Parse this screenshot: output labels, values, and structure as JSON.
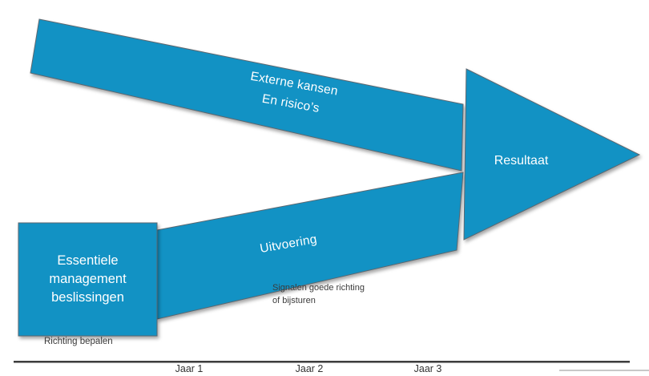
{
  "colors": {
    "shape_fill": "#1292C4",
    "shape_stroke": "#5B6770",
    "label_on_shape": "#FFFFFF",
    "annotation_text": "#3B3B3B",
    "timeline_line": "#3D3D3D",
    "partial_line": "#C8C8C8"
  },
  "bands": {
    "external": {
      "line1": "Externe kansen",
      "line2": "En risico’s"
    },
    "execution": {
      "label": "Uitvoering"
    }
  },
  "arrow": {
    "label": "Resultaat"
  },
  "decision_box": {
    "line1": "Essentiele",
    "line2": "management",
    "line3": "beslissingen"
  },
  "annotations": {
    "richting_bepalen": "Richting bepalen",
    "signalen_line1": "Signalen goede richting",
    "signalen_line2": "of bijsturen"
  },
  "timeline": {
    "labels": [
      "Jaar 1",
      "Jaar 2",
      "Jaar 3"
    ]
  }
}
